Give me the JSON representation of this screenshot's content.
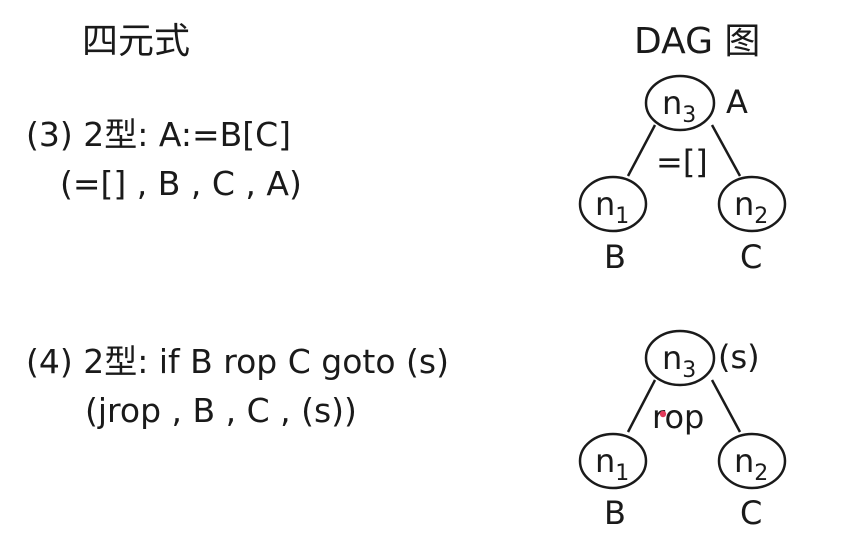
{
  "headers": {
    "left": "四元式",
    "right": "DAG 图"
  },
  "rows": [
    {
      "line1": "(3)  2型: A:=B[C]",
      "line2": "(=[] , B , C , A)",
      "dag": {
        "root": {
          "main": "n",
          "sub": "3",
          "label": "A"
        },
        "op": "=[]",
        "left": {
          "main": "n",
          "sub": "1",
          "label": "B"
        },
        "right": {
          "main": "n",
          "sub": "2",
          "label": "C"
        }
      }
    },
    {
      "line1": "(4) 2型: if B rop C goto (s)",
      "line2": "(jrop , B , C , (s))",
      "dag": {
        "root": {
          "main": "n",
          "sub": "3",
          "label": "(s)"
        },
        "op": "rop",
        "left": {
          "main": "n",
          "sub": "1",
          "label": "B"
        },
        "right": {
          "main": "n",
          "sub": "2",
          "label": "C"
        }
      }
    }
  ],
  "colors": {
    "text": "#1a1a1a",
    "stroke": "#1a1a1a",
    "background": "#ffffff",
    "dot": "#e03a5a"
  }
}
